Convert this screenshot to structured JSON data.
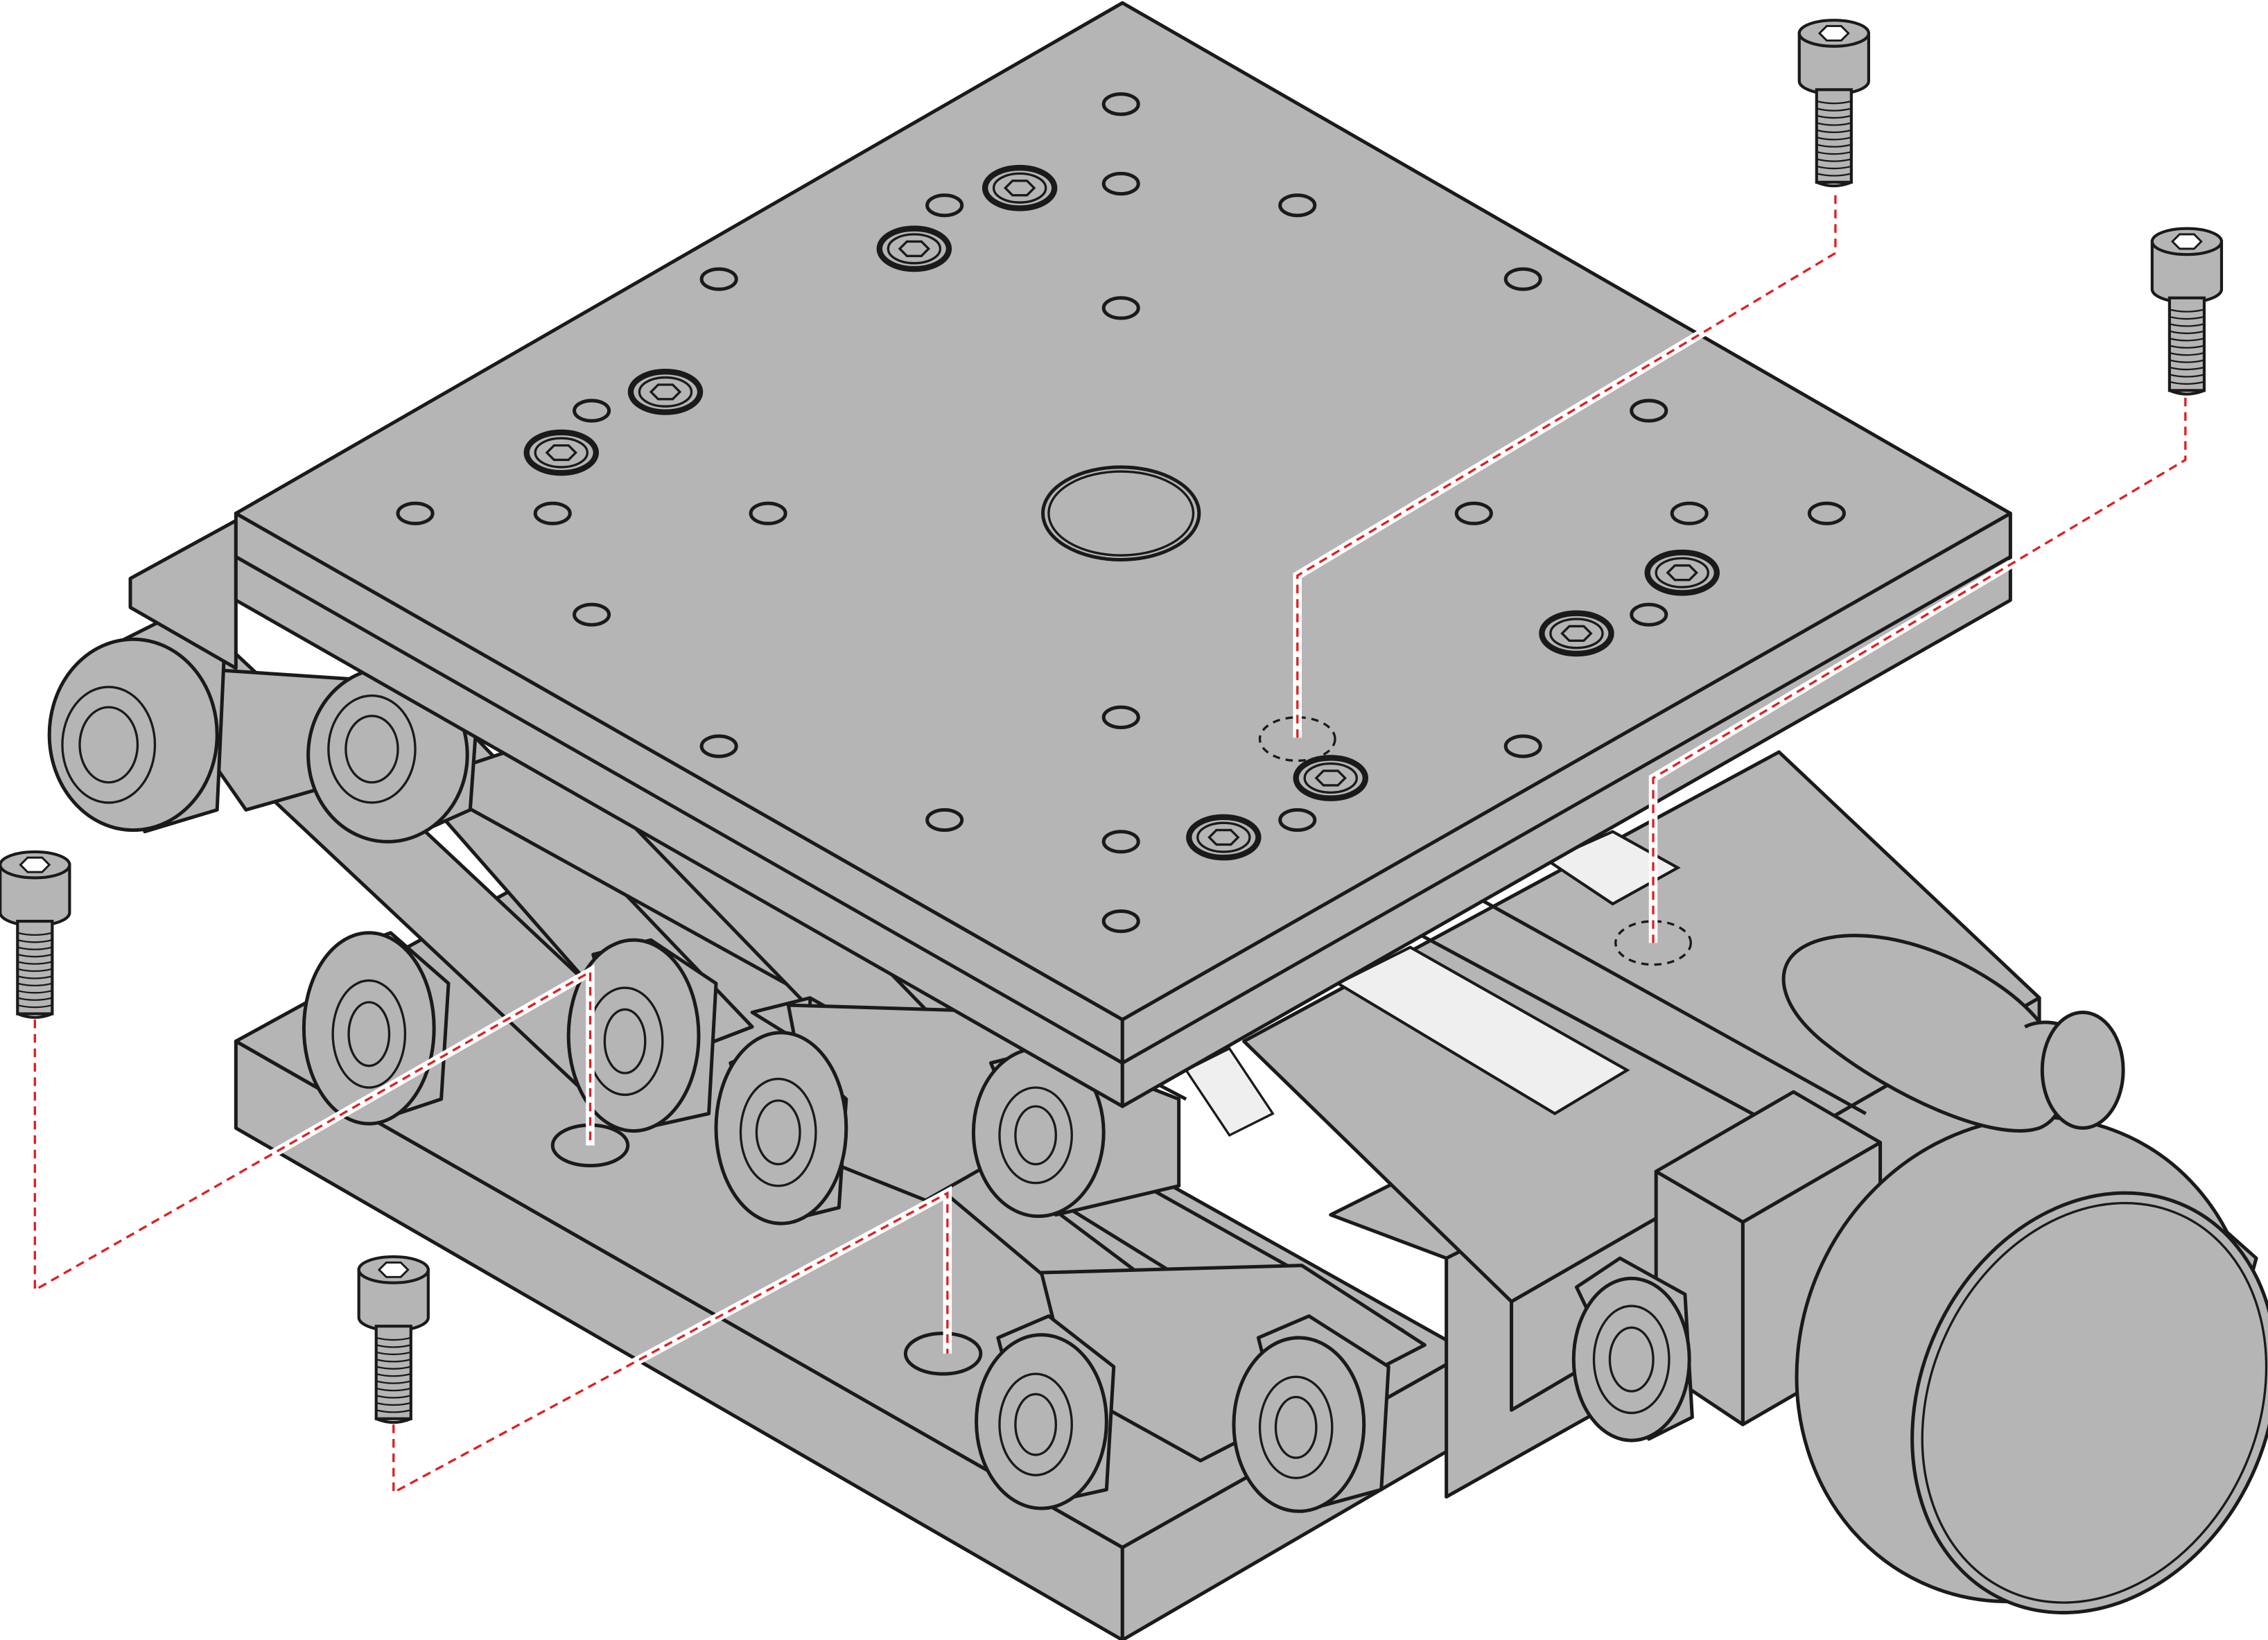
{
  "diagram": {
    "subject": "lab-jack-scissor-stage-exploded-view",
    "colors": {
      "body": "#b5b5b5",
      "outline": "#1a1a1a",
      "guide_line": "#e02020",
      "highlight": "#efefef",
      "background": "#ffffff"
    },
    "screws": [
      {
        "id": "top-right-screw-1"
      },
      {
        "id": "top-right-screw-2"
      },
      {
        "id": "left-screw"
      },
      {
        "id": "bottom-screw"
      }
    ]
  }
}
